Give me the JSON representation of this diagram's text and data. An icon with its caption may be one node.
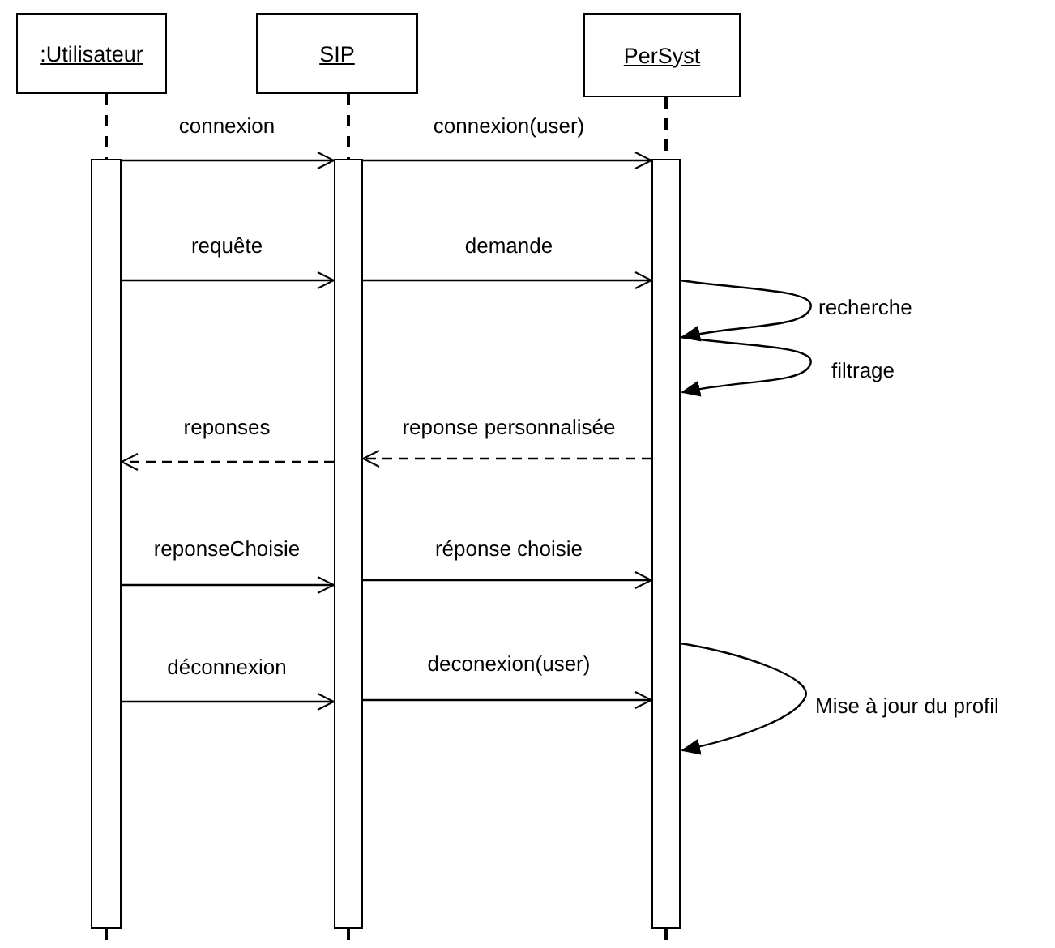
{
  "diagram": {
    "nodes": [
      {
        "text": [
          ":Utilisateur"
        ]
      },
      {
        "text": [
          "SIP"
        ]
      },
      {
        "text": [
          "PerSyst"
        ]
      },
      {
        "text": [],
        "shape": "bar"
      },
      {
        "text": [],
        "shape": "bar"
      },
      {
        "text": [],
        "shape": "bar"
      }
    ],
    "edges": [
      {
        "from": 0,
        "to": 3,
        "arrow": "none",
        "style": "dashed"
      },
      {
        "from": 3,
        "to": null,
        "arrow": "none",
        "style": "dashed"
      },
      {
        "from": 1,
        "to": 4,
        "arrow": "none",
        "style": "dashed"
      },
      {
        "from": 4,
        "to": null,
        "arrow": "none",
        "style": "dashed"
      },
      {
        "from": 2,
        "to": 5,
        "arrow": "none",
        "style": "dashed"
      },
      {
        "from": 5,
        "to": null,
        "arrow": "none",
        "style": "dashed"
      },
      {
        "from": 3,
        "to": 4,
        "arrow": "to",
        "label": "connexion"
      },
      {
        "from": 4,
        "to": 5,
        "arrow": "to",
        "label": "connexion(user)"
      },
      {
        "from": 3,
        "to": 4,
        "arrow": "to",
        "label": "requête"
      },
      {
        "from": 4,
        "to": 5,
        "arrow": "to",
        "label": "demande"
      },
      {
        "from": 5,
        "to": 5,
        "arrow": "to",
        "label": "recherche"
      },
      {
        "from": 5,
        "to": 5,
        "arrow": "to",
        "label": "filtrage"
      },
      {
        "from": 4,
        "to": 3,
        "arrow": "to",
        "label": "reponses",
        "style": "dashed"
      },
      {
        "from": 5,
        "to": 4,
        "arrow": "to",
        "label": "reponse personnalisée",
        "style": "dashed"
      },
      {
        "from": 3,
        "to": 4,
        "arrow": "to",
        "label": "reponseChoisie"
      },
      {
        "from": 4,
        "to": 5,
        "arrow": "to",
        "label": "réponse choisie"
      },
      {
        "from": 3,
        "to": 4,
        "arrow": "to",
        "label": "déconnexion"
      },
      {
        "from": 4,
        "to": 5,
        "arrow": "to",
        "label": "deconexion(user)"
      },
      {
        "from": 5,
        "to": 5,
        "arrow": "to",
        "label": "Mise à jour du profil"
      }
    ]
  }
}
